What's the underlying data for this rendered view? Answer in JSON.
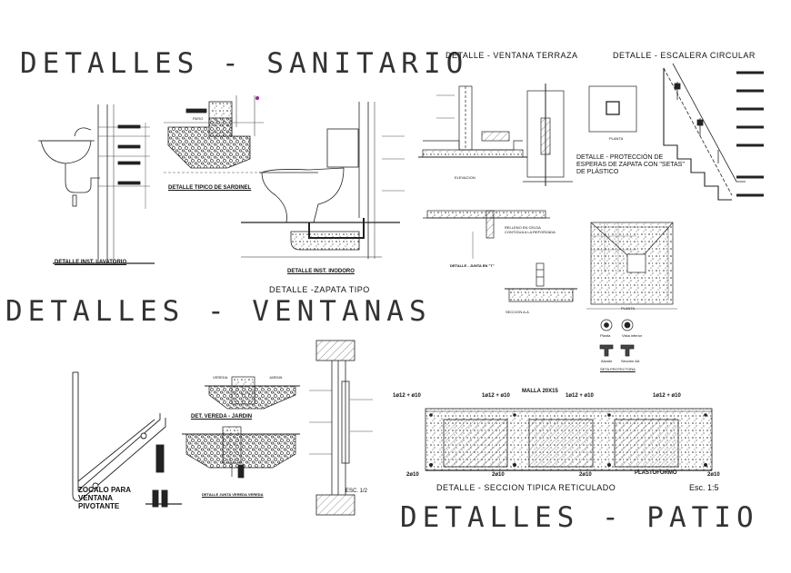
{
  "sections": {
    "sanitario": "DETALLES - SANITARIO",
    "ventanas": "DETALLES - VENTANAS",
    "patio": "DETALLES - PATIO"
  },
  "labels": {
    "ventana_terraza": "DETALLE - VENTANA TERRAZA",
    "escalera": "DETALLE - ESCALERA CIRCULAR",
    "sardinel": "DETALLE TIPICO DE SARDINEL",
    "lavatorio": "DETALLE INST. LAVATORIO",
    "inodoro": "DETALLE INST. INODORO",
    "zapata": "DETALLE -ZAPATA TIPO",
    "proteccion": "DETALLE - PROTECCIÓN DE ESPERAS DE ZAPATA CON \"SETAS\" DE PLÁSTICO",
    "planta_1": "PLANTA",
    "planta_2": "PLANTA",
    "junta": "DETALLE - JUNTA EN \"T\"",
    "elevacion": "ELEVACION",
    "seccion_aa": "SECCION A-A",
    "vereda_jardin": "DET. VEREDA - JARDIN",
    "junta_vereda": "DETALLE JUNTA VEREDA VEREDA",
    "zocalo": "ZOCALO PARA VENTANA PIVOTANTE",
    "seccion_reticulado": "DETALLE - SECCION TIPICA RETICULADO",
    "esc_15": "Esc. 1:5",
    "esc_12": "ESC. 1/2",
    "malla": "MALLA 20X15",
    "plastoformo": "PLASTOFORMO",
    "rebar_1": "1ø12 + ø10",
    "rebar_2": "1ø12 + ø10",
    "rebar_3": "1ø12 + ø10",
    "rebar_4": "1ø12 + ø10",
    "bar_1": "2ø10",
    "bar_2": "2ø10",
    "bar_3": "2ø10",
    "bar_4": "2ø10",
    "seta_planta": "Planta",
    "seta_vista": "Vista inferior",
    "seta_alzado": "Alzado",
    "seta_seccion": "Sección AA",
    "seta_protectora": "SETA PROTECTORA",
    "relleno": "RELLENO EN CELDA CONTIGUA A LA REFORZADA",
    "patio_label": "PATIO",
    "vereda_label": "VEREDA",
    "jardin_label": "JARDIN"
  }
}
